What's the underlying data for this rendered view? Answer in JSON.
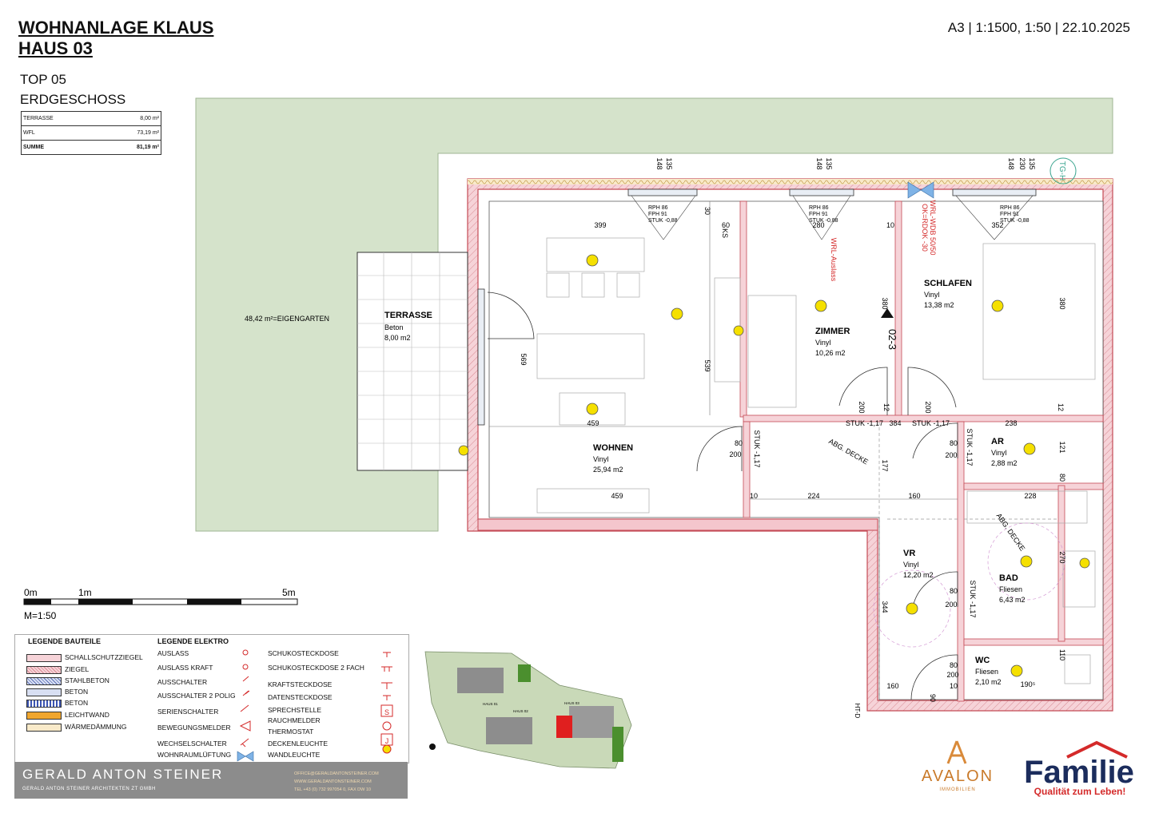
{
  "header": {
    "title_line1": "WOHNANLAGE KLAUS",
    "title_line2": "HAUS 03",
    "meta": "A3 | 1:1500, 1:50 | 22.10.2025",
    "unit": "TOP 05",
    "floor": "ERDGESCHOSS"
  },
  "area_table": [
    {
      "label": "TERRASSE",
      "value": "8,00 m²"
    },
    {
      "label": "WFL",
      "value": "73,19 m²"
    },
    {
      "label": "SUMME",
      "value": "81,19 m²"
    }
  ],
  "garden_label": "48,42 m²=EIGENGARTEN",
  "rooms": {
    "terrasse": {
      "name": "TERRASSE",
      "material": "Beton",
      "area": "8,00 m2"
    },
    "wohnen": {
      "name": "WOHNEN",
      "material": "Vinyl",
      "area": "25,94 m2"
    },
    "zimmer": {
      "name": "ZIMMER",
      "material": "Vinyl",
      "area": "10,26 m2"
    },
    "schlafen": {
      "name": "SCHLAFEN",
      "material": "Vinyl",
      "area": "13,38 m2"
    },
    "ar": {
      "name": "AR",
      "material": "Vinyl",
      "area": "2,88 m2"
    },
    "vr": {
      "name": "VR",
      "material": "Vinyl",
      "area": "12,20 m2"
    },
    "bad": {
      "name": "BAD",
      "material": "Fliesen",
      "area": "6,43 m2"
    },
    "wc": {
      "name": "WC",
      "material": "Fliesen",
      "area": "2,10 m2"
    }
  },
  "annotations": {
    "rph1": "RPH 86",
    "fph1": "FPH 91",
    "stuk1": "STUK -0,88",
    "rph2": "RPH 86",
    "fph2": "FPH 91",
    "stuk2": "STUK -0,88",
    "rph3": "RPH 86",
    "fph3": "FPH 91",
    "stuk3": "STUK -0,88",
    "stuk_117a": "STUK -1,17",
    "stuk_117b": "STUK -1,17",
    "stuk_117_vert1": "STUK -1,17",
    "stuk_117_vert2": "STUK -1,17",
    "stuk_117_vert3": "STUK -1,17",
    "abg_decke1": "ABG. DECKE",
    "abg_decke2": "ABG. DECKE",
    "wrl_auslass": "WRL-Auslass",
    "wrl_wdb": "WRL-WDB 50/50",
    "ok_rdok": "OK=RDOK -30",
    "section_marker": "02-3",
    "tg_h": "TG-H",
    "ks": "KS",
    "ht_d": "HT-D"
  },
  "dimensions": {
    "d399": "399",
    "d60": "60",
    "d280": "280",
    "d10a": "10",
    "d352": "352",
    "d148a": "148",
    "d135a": "135",
    "d148b": "148",
    "d135b": "135",
    "d230": "230",
    "d148c": "148",
    "d135c": "135",
    "d30": "30",
    "d569": "569",
    "d539": "539",
    "d380a": "380",
    "d380b": "380",
    "d459a": "459",
    "d459b": "459",
    "d384": "384",
    "d238": "238",
    "d121": "121",
    "d224": "224",
    "d160a": "160",
    "d228": "228",
    "d177": "177",
    "d344": "344",
    "d270": "270",
    "d110": "110",
    "d1905": "190⁵",
    "d160b": "160",
    "d90": "90",
    "d80a": "80",
    "d200a": "200",
    "d80b": "80",
    "d200b": "200",
    "d80c": "80",
    "d200c": "200",
    "d80d": "80",
    "d200d": "200",
    "d80e": "80",
    "d10b": "10",
    "d10c": "10",
    "d12a": "12",
    "d12b": "12",
    "d200e": "200",
    "d200f": "200"
  },
  "scale_bar": {
    "t0": "0m",
    "t1": "1m",
    "t5": "5m",
    "ratio": "M=1:50"
  },
  "legend_bauteile": {
    "heading": "LEGENDE BAUTEILE",
    "items": [
      "SCHALLSCHUTZZIEGEL",
      "ZIEGEL",
      "STAHLBETON",
      "BETON",
      "BETON",
      "LEICHTWAND",
      "WÄRMEDÄMMUNG"
    ]
  },
  "legend_elektro": {
    "heading": "LEGENDE ELEKTRO",
    "col1": [
      "AUSLASS",
      "AUSLASS KRAFT",
      "AUSSCHALTER",
      "AUSSCHALTER 2 POLIG",
      "SERIENSCHALTER",
      "BEWEGUNGSMELDER",
      "WECHSELSCHALTER",
      "WOHNRAUMLÜFTUNG"
    ],
    "col2": [
      "SCHUKOSTECKDOSE",
      "SCHUKOSTECKDOSE 2 FACH",
      "KRAFTSTECKDOSE",
      "DATENSTECKDOSE",
      "SPRECHSTELLE",
      "RAUCHMELDER",
      "THERMOSTAT",
      "DECKENLEUCHTE",
      "WANDLEUCHTE"
    ]
  },
  "architect": {
    "name": "GERALD ANTON STEINER",
    "sub": "GERALD ANTON STEINER ARCHITEKTEN ZT GMBH",
    "email": "OFFICE@GERALDANTONSTEINER.COM",
    "web": "WWW.GERALDANTONSTEINER.COM",
    "phone": "TEL +43 (0) 732 997054 0, FAX DW 10"
  },
  "siteplan": {
    "haus_label1": "HAUS 01",
    "haus_label2": "HAUS 02",
    "haus_label3": "HAUS 03"
  },
  "logos": {
    "avalon": "AVALON",
    "avalon_sub": "IMMOBILIEN",
    "familie": "Familie",
    "familie_slogan": "Qualität zum Leben!"
  },
  "colors": {
    "garden": "#d5e3cb",
    "wall": "#f4c6cd",
    "wall_line": "#c44a55",
    "accent_red": "#d42a2a",
    "lamp": "#f5e000"
  }
}
